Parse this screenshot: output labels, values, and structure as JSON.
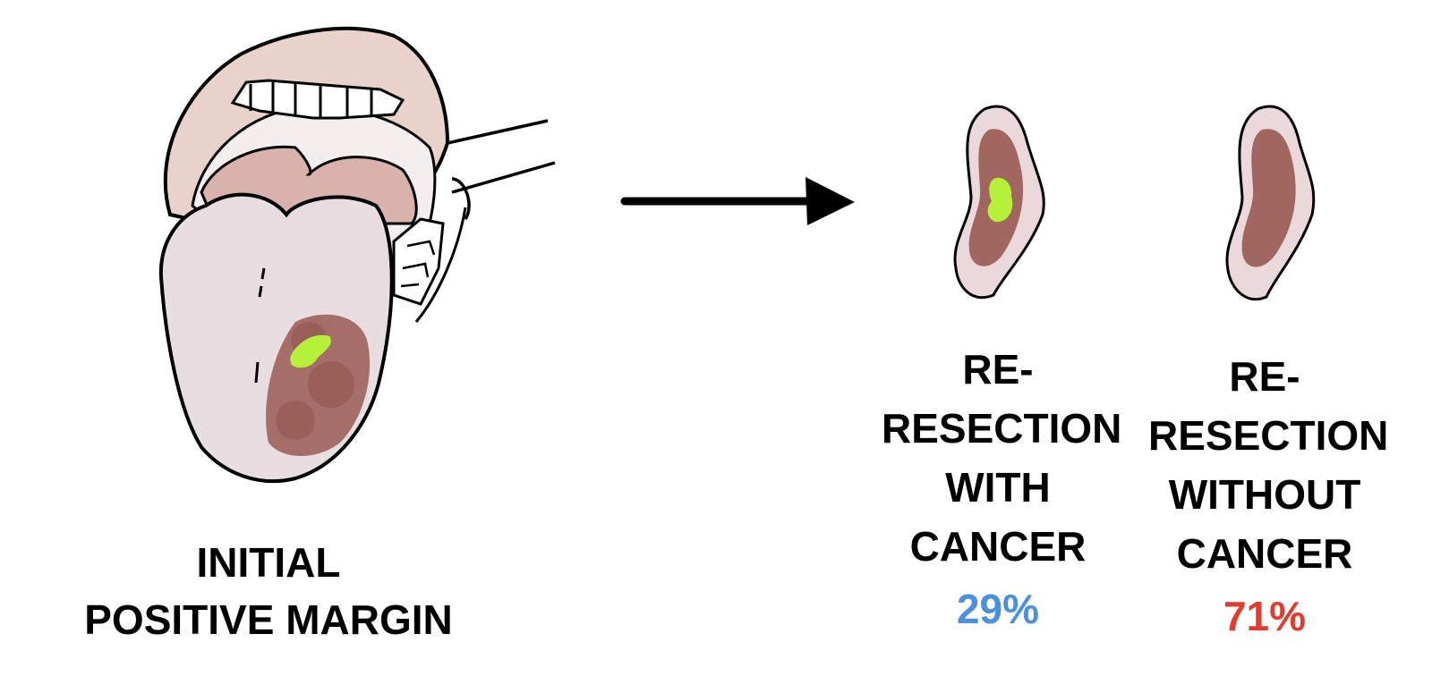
{
  "initial": {
    "line1": "INITIAL",
    "line2": "POSITIVE MARGIN"
  },
  "with_cancer": {
    "line1": "RE-",
    "line2": "RESECTION",
    "line3": "WITH",
    "line4": "CANCER",
    "percent": "29%",
    "percent_color": "#4a8fe0"
  },
  "without_cancer": {
    "line1": "RE-",
    "line2": "RESECTION",
    "line3": "WITHOUT",
    "line4": "CANCER",
    "percent": "71%",
    "percent_color": "#e33b2f"
  },
  "colors": {
    "tumor": "#9a5a52",
    "positive_margin": "#b5f03a",
    "tongue": "#e8dde0",
    "lip": "#e9d2c9",
    "outline": "#000000"
  },
  "icons": [
    "mouth-illustration-icon",
    "arrow-right-icon",
    "specimen-with-cancer-icon",
    "specimen-without-cancer-icon"
  ]
}
